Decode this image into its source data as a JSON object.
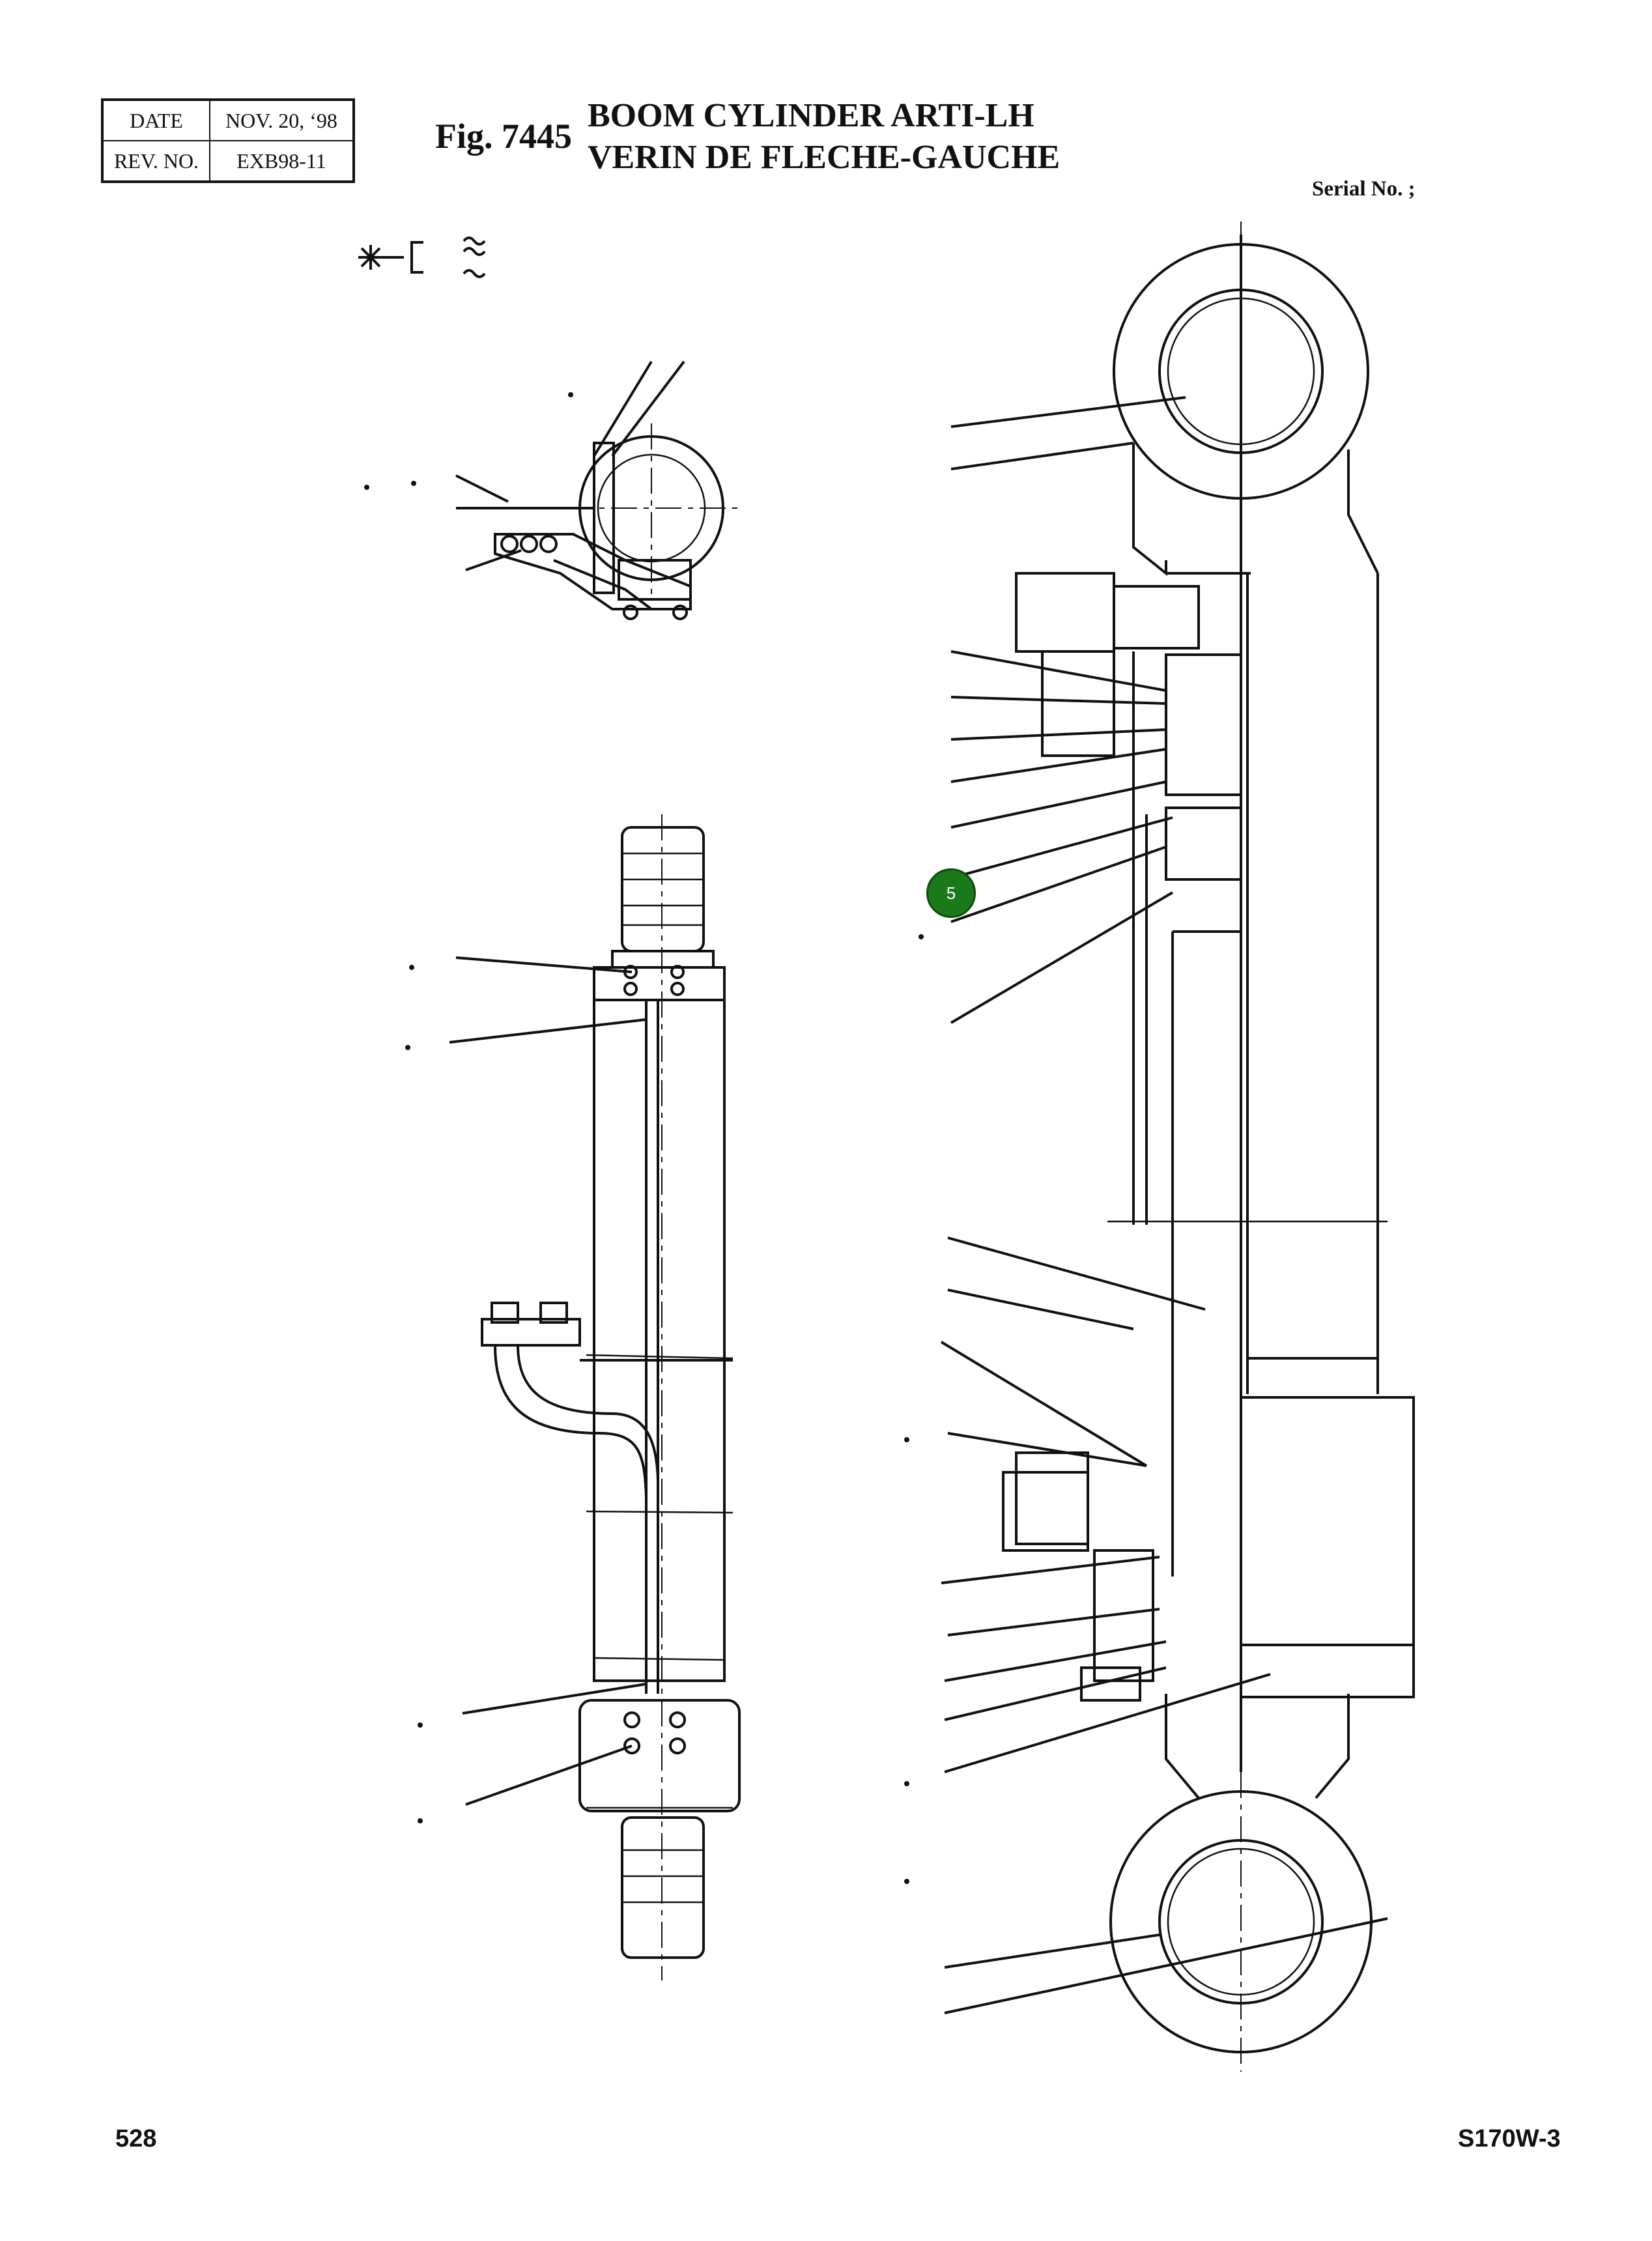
{
  "header": {
    "date_label": "DATE",
    "date_value": "NOV. 20, ‘98",
    "rev_label": "REV. NO.",
    "rev_value": "EXB98-11"
  },
  "figure": {
    "number": "Fig. 7445",
    "title_en": "BOOM CYLINDER ARTI-LH",
    "title_fr": "VERIN DE FLECHE-GAUCHE"
  },
  "serial_label": "Serial No. ;",
  "callout_marker": "5",
  "footer": {
    "page_number": "528",
    "model": "S170W-3"
  }
}
